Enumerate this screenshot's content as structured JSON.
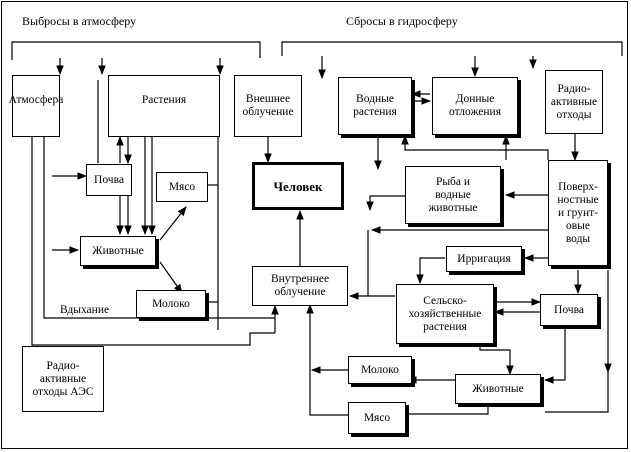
{
  "headers": {
    "emissions_atmosphere": "Выбросы в атмосферу",
    "discharges_hydrosphere": "Сбросы в гидросферу"
  },
  "nodes": {
    "atmosphere": "Атмосфера",
    "plants": "Растения",
    "external_exposure": "Внешнее\nоблучение",
    "aquatic_plants": "Водные\nрастения",
    "bottom_sediments": "Донные\nотложения",
    "radioactive_waste": "Радио-\nактивные\nотходы",
    "soil_left": "Почва",
    "meat_left": "Мясо",
    "human": "Человек",
    "fish": "Рыба и\nводные\nживотные",
    "waters": "Поверх-\nностные\nи грунт-\nовые\nводы",
    "animals_left": "Животные",
    "irrigation": "Ирригация",
    "internal_exposure": "Внутреннее\nоблучение",
    "milk_left": "Молоко",
    "crops": "Сельско-\nхозяйственные\nрастения",
    "soil_right": "Почва",
    "npp_waste": "Радио-\nактивные\nотходы АЭС",
    "milk_right": "Молоко",
    "animals_right": "Животные",
    "meat_right": "Мясо"
  },
  "labels": {
    "inhalation": "Вдыхание"
  }
}
